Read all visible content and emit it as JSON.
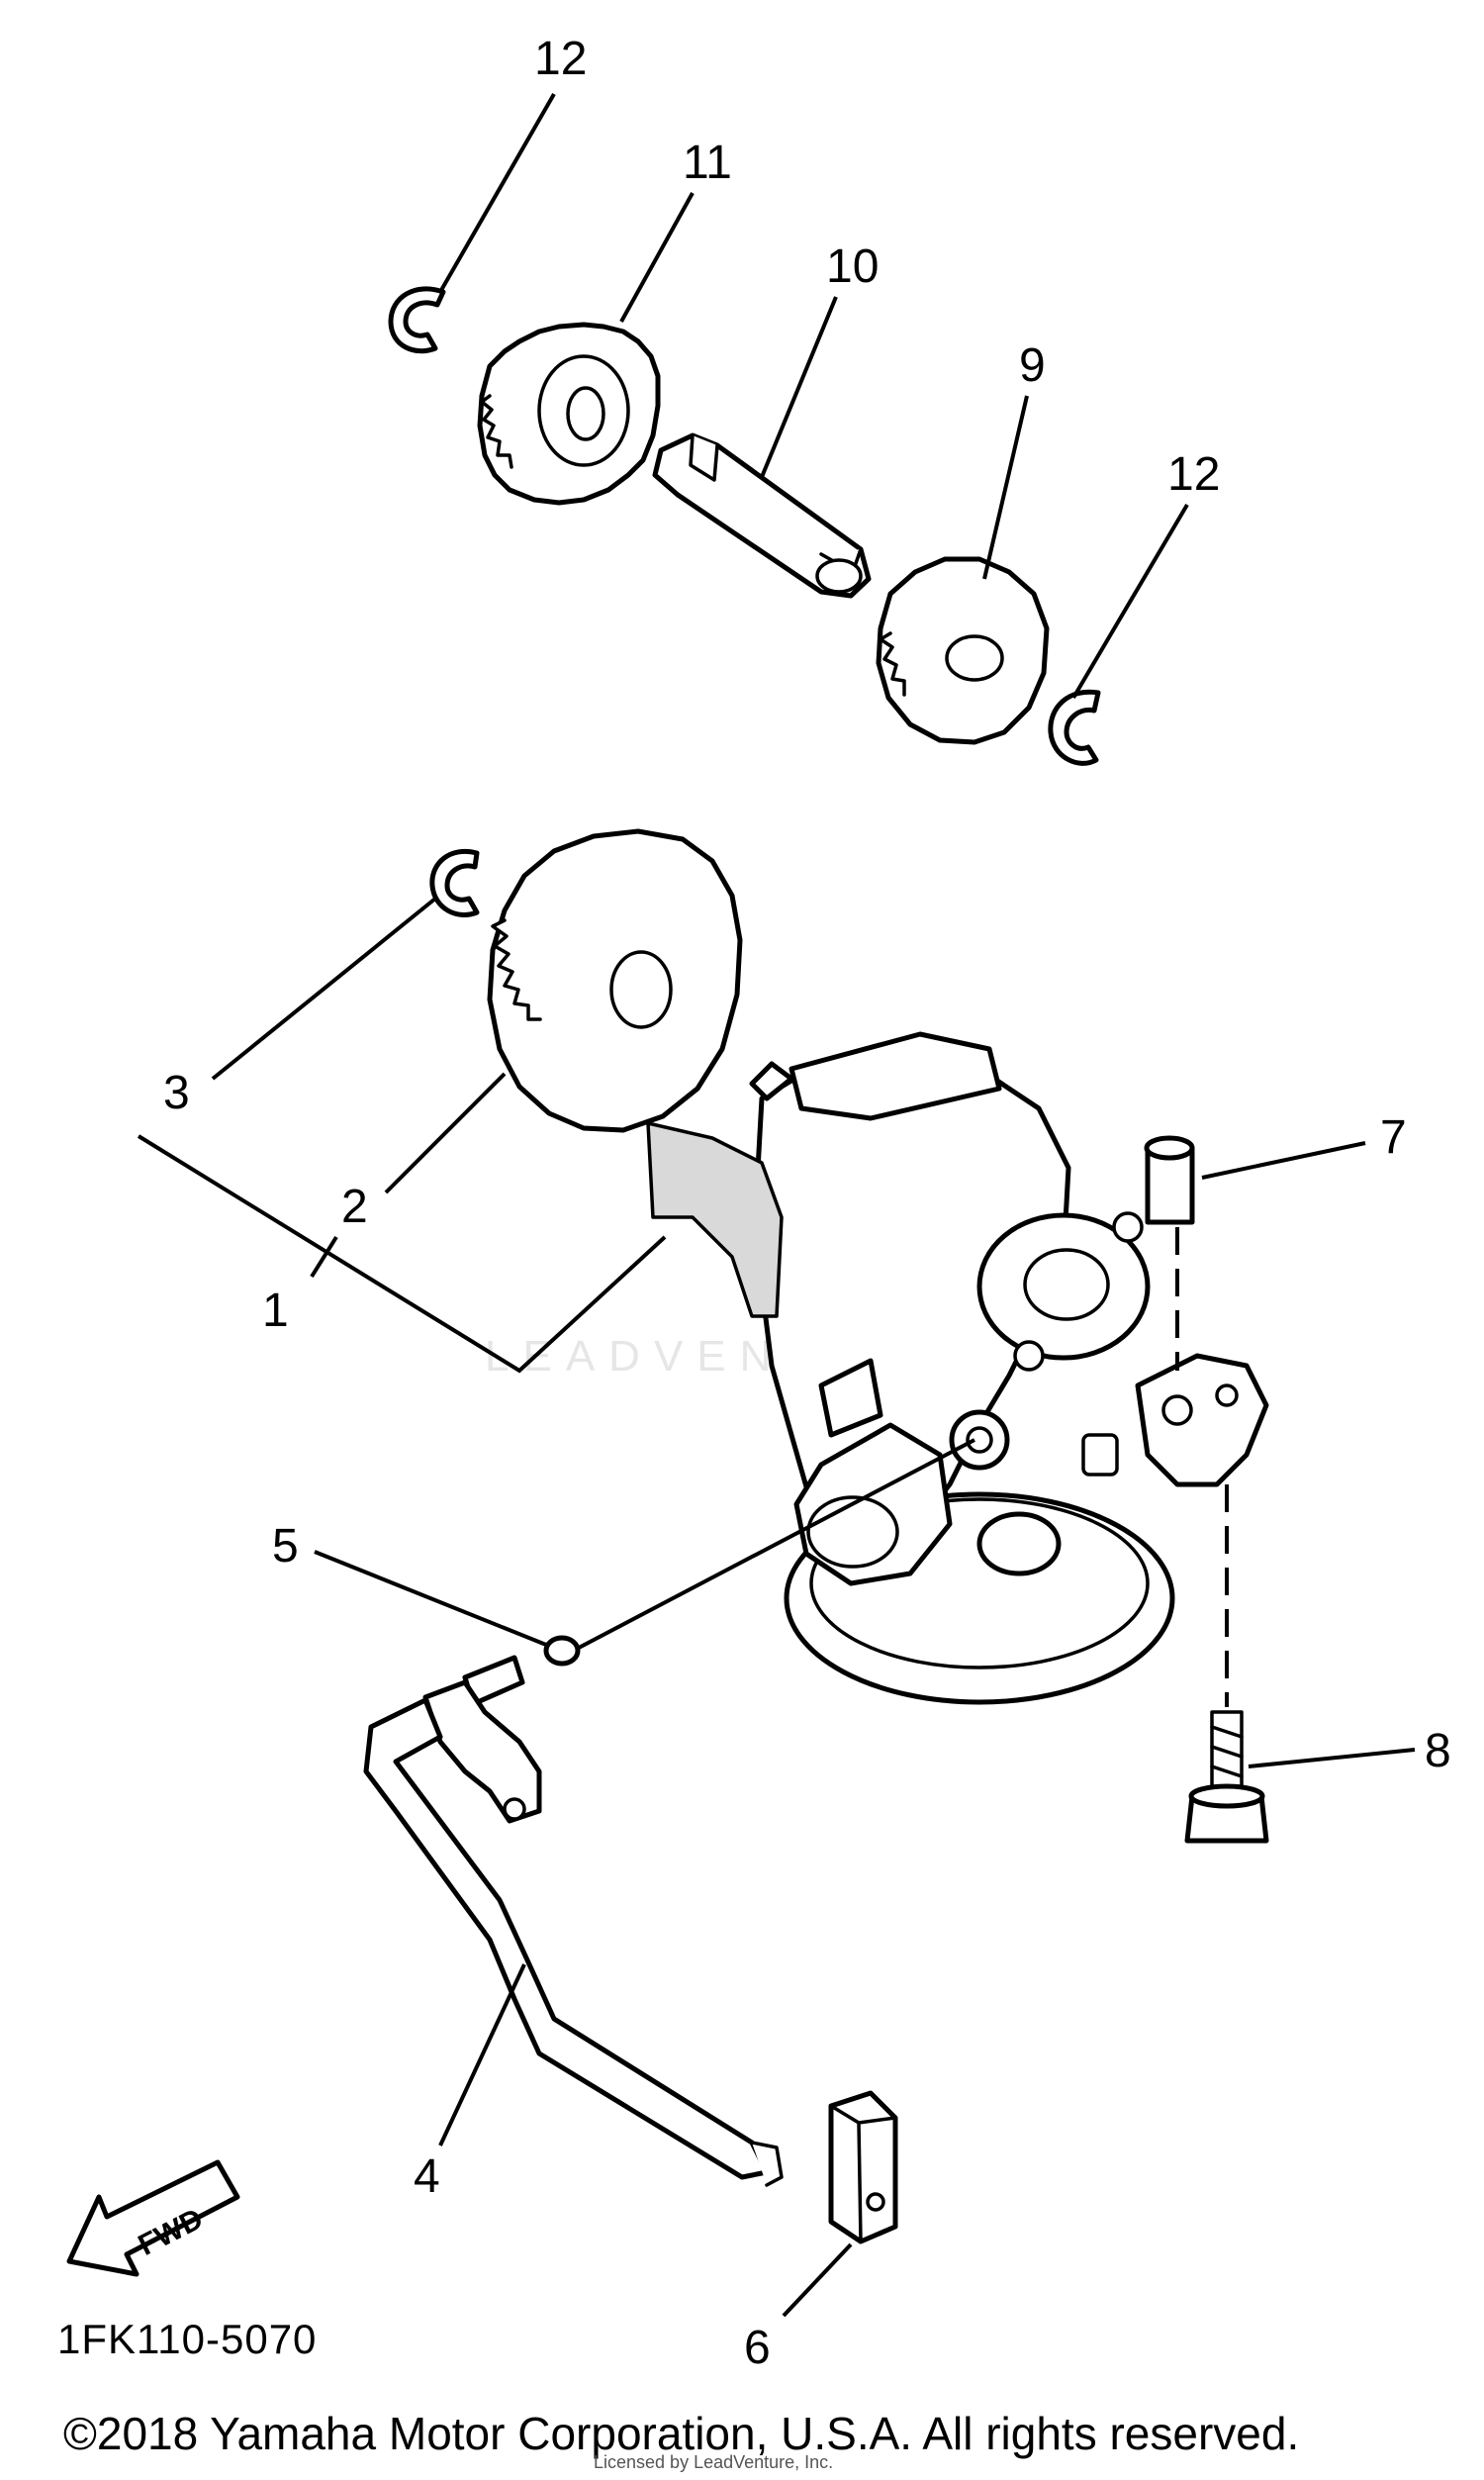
{
  "callouts": [
    {
      "id": "1",
      "text": "1"
    },
    {
      "id": "2",
      "text": "2"
    },
    {
      "id": "3",
      "text": "3"
    },
    {
      "id": "4",
      "text": "4"
    },
    {
      "id": "5",
      "text": "5"
    },
    {
      "id": "6",
      "text": "6"
    },
    {
      "id": "7",
      "text": "7"
    },
    {
      "id": "8",
      "text": "8"
    },
    {
      "id": "9",
      "text": "9"
    },
    {
      "id": "10",
      "text": "10"
    },
    {
      "id": "11",
      "text": "11"
    },
    {
      "id": "12a",
      "text": "12"
    },
    {
      "id": "12b",
      "text": "12"
    }
  ],
  "arrow": {
    "label": "FWD"
  },
  "watermark": {
    "text": "LEADVENTURE"
  },
  "footer": {
    "diagram_code": "1FK110-5070",
    "copyright": "©2018 Yamaha Motor Corporation, U.S.A. All rights reserved.",
    "licence": "Licensed by LeadVenture, Inc."
  }
}
